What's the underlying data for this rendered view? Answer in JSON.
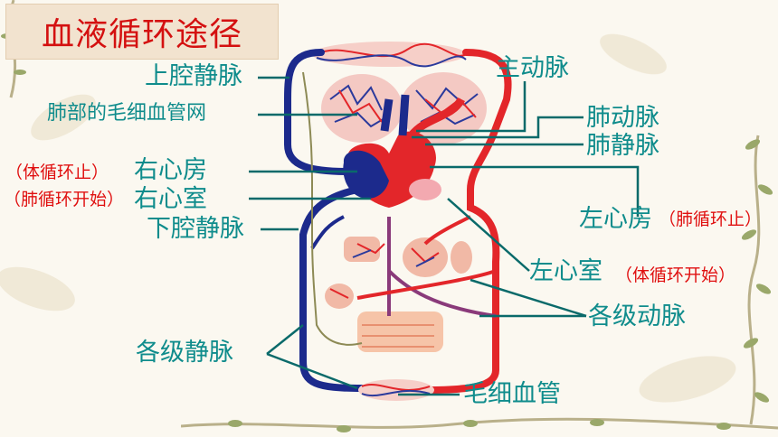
{
  "title": "血液循环途径",
  "labels": {
    "superior_vena_cava": "上腔静脉",
    "lung_capillaries": "肺部的毛细血管网",
    "right_atrium": "右心房",
    "right_ventricle": "右心室",
    "inferior_vena_cava": "下腔静脉",
    "veins": "各级静脉",
    "aorta": "主动脉",
    "pulmonary_artery": "肺动脉",
    "pulmonary_vein": "肺静脉",
    "left_atrium": "左心房",
    "left_ventricle": "左心室",
    "arteries": "各级动脉",
    "capillaries": "毛细血管"
  },
  "notes": {
    "systemic_end": "（体循环止）",
    "pulmonary_start": "（肺循环开始）",
    "pulmonary_end": "（肺循环止）",
    "systemic_start": "（体循环开始）"
  },
  "colors": {
    "label": "#0f8c8c",
    "note": "#e01010",
    "title": "#d41010",
    "artery": "#e3262a",
    "vein": "#1c2a8c"
  }
}
